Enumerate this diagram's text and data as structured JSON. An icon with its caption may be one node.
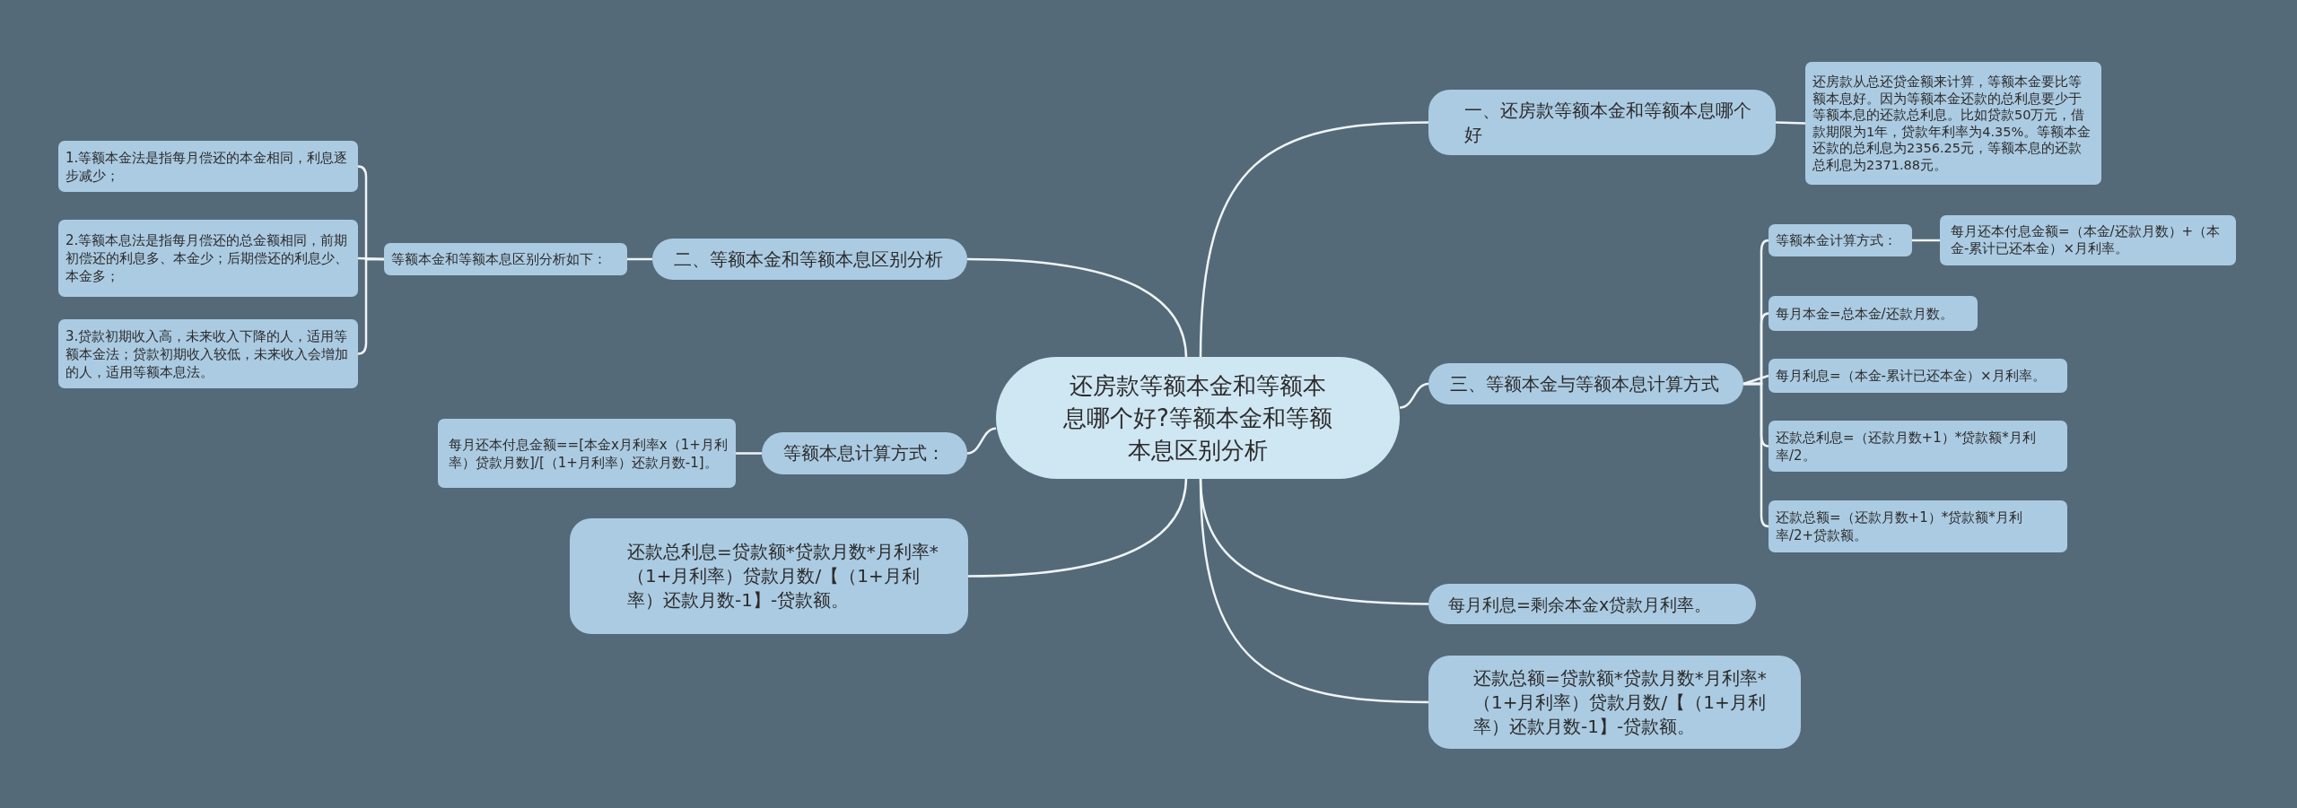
{
  "diagram": {
    "nodes": [
      {
        "text": [
          "还房款等额本金和等额本息哪个好?等额本金和等额本息区别分析"
        ]
      },
      {
        "text": [
          "一、还房款等额本金和等额本息哪个好"
        ]
      },
      {
        "text": [
          "还房款从总还贷金额来计算，等额本金要比等额本息好。因为等额本金还款的总利息要少于等额本息的还款总利息。比如贷款50万元，借款期限为1年，贷款年利率为4.35%。等额本金还款的总利息为2356.25元，等额本息的还款总利息为2371.88元。"
        ]
      },
      {
        "text": [
          "三、等额本金与等额本息计算方式"
        ]
      },
      {
        "text": [
          "等额本金计算方式："
        ]
      },
      {
        "text": [
          "每月还本付息金额=（本金/还款月数）+（本金-累计已还本金）×月利率。"
        ]
      },
      {
        "text": [
          "每月本金=总本金/还款月数。"
        ]
      },
      {
        "text": [
          "每月利息=（本金-累计已还本金）×月利率。"
        ]
      },
      {
        "text": [
          "还款总利息=（还款月数+1）*贷款额*月利率/2。"
        ]
      },
      {
        "text": [
          "还款总额=（还款月数+1）*贷款额*月利率/2+贷款额。"
        ]
      },
      {
        "text": [
          "每月利息=剩余本金x贷款月利率。"
        ]
      },
      {
        "text": [
          "还款总额=贷款额*贷款月数*月利率*（1+月利率）贷款月数/【（1+月利率）还款月数-1】-贷款额。"
        ]
      },
      {
        "text": [
          "二、等额本金和等额本息区别分析"
        ]
      },
      {
        "text": [
          "等额本金和等额本息区别分析如下："
        ]
      },
      {
        "text": [
          "1.等额本金法是指每月偿还的本金相同，利息逐步减少；"
        ]
      },
      {
        "text": [
          "2.等额本息法是指每月偿还的总金额相同，前期初偿还的利息多、本金少；后期偿还的利息少、本金多；"
        ]
      },
      {
        "text": [
          "3.贷款初期收入高，未来收入下降的人，适用等额本金法；贷款初期收入较低，未来收入会增加的人，适用等额本息法。"
        ]
      },
      {
        "text": [
          "等额本息计算方式："
        ]
      },
      {
        "text": [
          "每月还本付息金额==[本金x月利率x（1+月利率）贷款月数]/[（1+月利率）还款月数-1]。"
        ]
      },
      {
        "text": [
          "还款总利息=贷款额*贷款月数*月利率*（1+月利率）贷款月数/【（1+月利率）还款月数-1】-贷款额。"
        ]
      }
    ],
    "edges": [
      {
        "from": 0,
        "to": 1,
        "arrow": "none"
      },
      {
        "from": 1,
        "to": 2,
        "arrow": "none"
      },
      {
        "from": 0,
        "to": 3,
        "arrow": "none"
      },
      {
        "from": 3,
        "to": 4,
        "arrow": "none"
      },
      {
        "from": 4,
        "to": 5,
        "arrow": "none"
      },
      {
        "from": 3,
        "to": 6,
        "arrow": "none"
      },
      {
        "from": 3,
        "to": 7,
        "arrow": "none"
      },
      {
        "from": 3,
        "to": 8,
        "arrow": "none"
      },
      {
        "from": 3,
        "to": 9,
        "arrow": "none"
      },
      {
        "from": 0,
        "to": 10,
        "arrow": "none"
      },
      {
        "from": 0,
        "to": 11,
        "arrow": "none"
      },
      {
        "from": 0,
        "to": 12,
        "arrow": "none"
      },
      {
        "from": 12,
        "to": 13,
        "arrow": "none"
      },
      {
        "from": 13,
        "to": 14,
        "arrow": "none"
      },
      {
        "from": 13,
        "to": 15,
        "arrow": "none"
      },
      {
        "from": 13,
        "to": 16,
        "arrow": "none"
      },
      {
        "from": 0,
        "to": 17,
        "arrow": "none"
      },
      {
        "from": 17,
        "to": 18,
        "arrow": "none"
      },
      {
        "from": 0,
        "to": 19,
        "arrow": "none"
      }
    ]
  }
}
